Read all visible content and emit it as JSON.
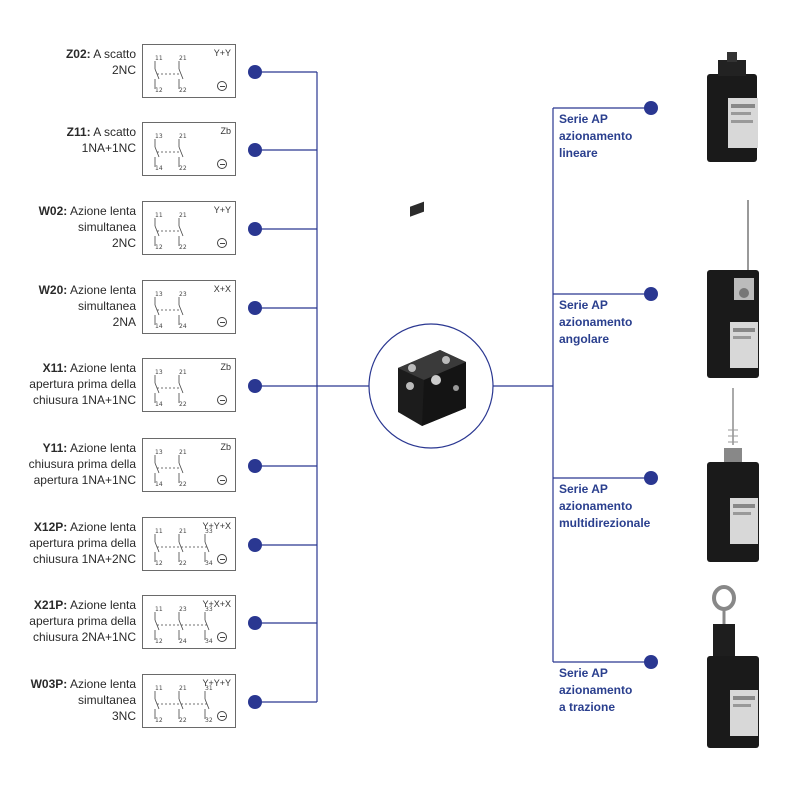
{
  "colors": {
    "accent": "#2a3791",
    "line": "#2a3791"
  },
  "contact_blocks": [
    {
      "code": "Z02:",
      "desc_lines": [
        "A scatto",
        "2NC"
      ],
      "contacts": "Y+Y",
      "terminals": [
        [
          "11",
          "12"
        ],
        [
          "21",
          "22"
        ]
      ]
    },
    {
      "code": "Z11:",
      "desc_lines": [
        "A scatto",
        "1NA+1NC"
      ],
      "contacts": "Zb",
      "terminals": [
        [
          "13",
          "14"
        ],
        [
          "21",
          "22"
        ]
      ]
    },
    {
      "code": "W02:",
      "desc_lines": [
        "Azione lenta",
        "simultanea",
        "2NC"
      ],
      "contacts": "Y+Y",
      "terminals": [
        [
          "11",
          "12"
        ],
        [
          "21",
          "22"
        ]
      ]
    },
    {
      "code": "W20:",
      "desc_lines": [
        "Azione lenta",
        "simultanea",
        "2NA"
      ],
      "contacts": "X+X",
      "terminals": [
        [
          "13",
          "14"
        ],
        [
          "23",
          "24"
        ]
      ]
    },
    {
      "code": "X11:",
      "desc_lines": [
        "Azione lenta",
        "apertura prima della",
        "chiusura 1NA+1NC"
      ],
      "contacts": "Zb",
      "terminals": [
        [
          "13",
          "14"
        ],
        [
          "21",
          "22"
        ]
      ]
    },
    {
      "code": "Y11:",
      "desc_lines": [
        "Azione lenta",
        "chiusura prima della",
        "apertura 1NA+1NC"
      ],
      "contacts": "Zb",
      "terminals": [
        [
          "13",
          "14"
        ],
        [
          "21",
          "22"
        ]
      ]
    },
    {
      "code": "X12P:",
      "desc_lines": [
        "Azione lenta",
        "apertura prima della",
        "chiusura 1NA+2NC"
      ],
      "contacts": "Y+Y+X",
      "terminals": [
        [
          "11",
          "12"
        ],
        [
          "21",
          "22"
        ],
        [
          "33",
          "34"
        ]
      ]
    },
    {
      "code": "X21P:",
      "desc_lines": [
        "Azione lenta",
        "apertura prima della",
        "chiusura 2NA+1NC"
      ],
      "contacts": "Y+X+X",
      "terminals": [
        [
          "11",
          "12"
        ],
        [
          "23",
          "24"
        ],
        [
          "33",
          "34"
        ]
      ]
    },
    {
      "code": "W03P:",
      "desc_lines": [
        "Azione lenta",
        "simultanea",
        "3NC"
      ],
      "contacts": "Y+Y+Y",
      "terminals": [
        [
          "11",
          "12"
        ],
        [
          "21",
          "22"
        ],
        [
          "31",
          "32"
        ]
      ]
    }
  ],
  "series": [
    {
      "lines": [
        "Serie AP",
        "azionamento",
        "lineare"
      ]
    },
    {
      "lines": [
        "Serie AP",
        "azionamento",
        "angolare"
      ]
    },
    {
      "lines": [
        "Serie AP",
        "azionamento",
        "multidirezionale"
      ]
    },
    {
      "lines": [
        "Serie AP",
        "azionamento",
        "a trazione"
      ]
    }
  ]
}
